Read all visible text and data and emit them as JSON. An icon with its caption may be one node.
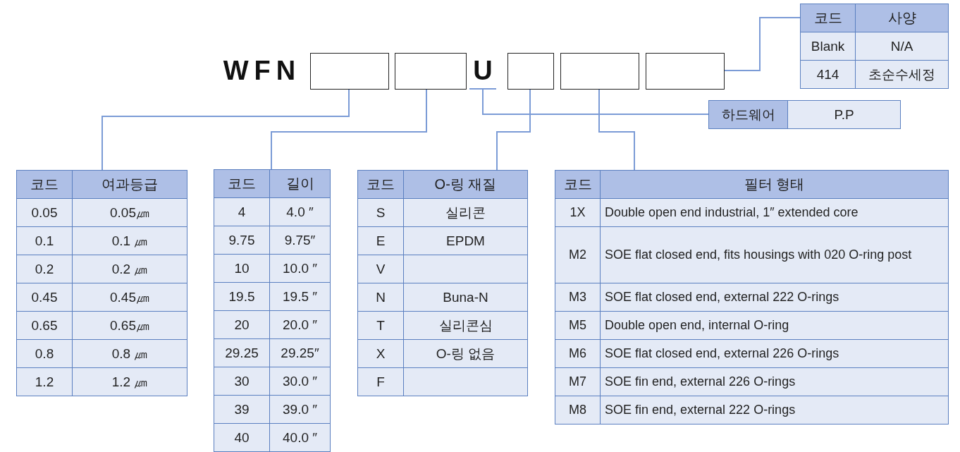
{
  "diagram": {
    "nodes": [
      {
        "text": [
          "코드",
          "사양",
          "Blank",
          "N/A",
          "414",
          "초순수세정"
        ]
      },
      {
        "text": [
          "WFN"
        ]
      },
      {
        "text": [],
        "shape": "box"
      },
      {
        "text": [],
        "shape": "box"
      },
      {
        "text": [
          "U"
        ]
      },
      {
        "text": [],
        "shape": "box"
      },
      {
        "text": [],
        "shape": "box"
      },
      {
        "text": [],
        "shape": "box"
      },
      {
        "text": [
          "하드웨어",
          "P.P"
        ]
      },
      {
        "text": [
          "코드",
          "여과등급",
          "0.05",
          "0.05㎛",
          "0.1",
          "0.1 ㎛",
          "0.2",
          "0.2 ㎛",
          "0.45",
          "0.45㎛",
          "0.65",
          "0.65㎛",
          "0.8",
          "0.8 ㎛",
          "1.2",
          "1.2 ㎛"
        ]
      },
      {
        "text": [
          "코드",
          "길이",
          "4",
          "4.0 ″",
          "9.75",
          "9.75″",
          "10",
          "10.0 ″",
          "19.5",
          "19.5 ″",
          "20",
          "20.0 ″",
          "29.25",
          "29.25″",
          "30",
          "30.0 ″",
          "39",
          "39.0 ″",
          "40",
          "40.0 ″"
        ]
      },
      {
        "text": [
          "코드",
          "O-링 재질",
          "S",
          "실리콘",
          "E",
          "EPDM",
          "V",
          "N",
          "Buna-N",
          "T",
          "실리콘심",
          "X",
          "O-링 없음",
          "F"
        ]
      },
      {
        "text": [
          "코드",
          "필터 형태",
          "1X",
          "Double open end industrial, 1″ extended core",
          "M2",
          "SOE flat closed end, fits housings with 020 O-ring post",
          "M3",
          "SOE flat closed end, external 222 O-rings",
          "M5",
          "Double open end, internal O-ring",
          "M6",
          "SOE flat closed end, external 226 O-rings",
          "M7",
          "SOE fin end, external 226 O-rings",
          "M8",
          "SOE fin end, external 222 O-rings"
        ]
      }
    ],
    "edges": [
      {
        "from": 2,
        "to": 9,
        "arrow": "none"
      },
      {
        "from": 3,
        "to": 10,
        "arrow": "none"
      },
      {
        "from": 4,
        "to": 8,
        "arrow": "none"
      },
      {
        "from": 5,
        "to": 11,
        "arrow": "none"
      },
      {
        "from": 6,
        "to": 12,
        "arrow": "none"
      },
      {
        "from": 7,
        "to": 0,
        "arrow": "none"
      }
    ]
  }
}
